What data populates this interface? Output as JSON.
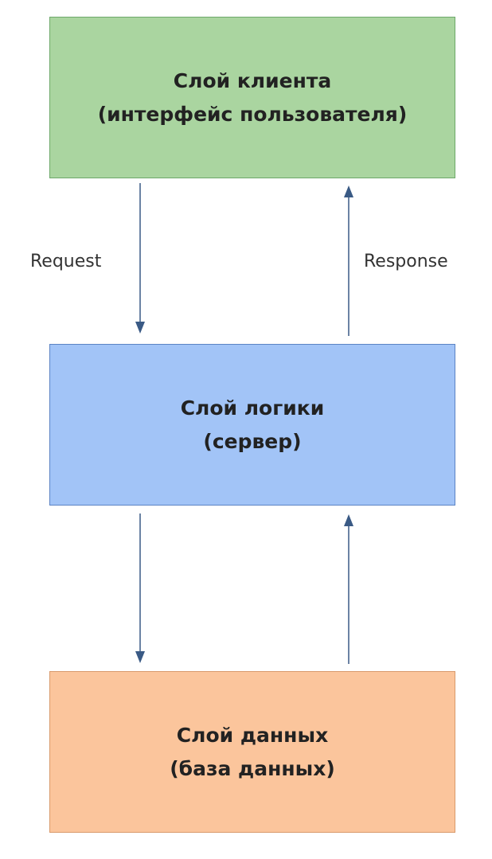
{
  "colors": {
    "client_fill": "#aad5a0",
    "client_border": "#6da86a",
    "logic_fill": "#a2c4f7",
    "logic_border": "#5b83c4",
    "data_fill": "#fbc59c",
    "data_border": "#d99a6c",
    "arrow": "#3a5a85"
  },
  "layers": {
    "client": {
      "line1": "Слой клиента",
      "line2": "(интерфейс пользователя)"
    },
    "logic": {
      "line1": "Слой логики",
      "line2": "(сервер)"
    },
    "data": {
      "line1": "Слой данных",
      "line2": "(база данных)"
    }
  },
  "flows": {
    "request_label": "Request",
    "response_label": "Response"
  }
}
